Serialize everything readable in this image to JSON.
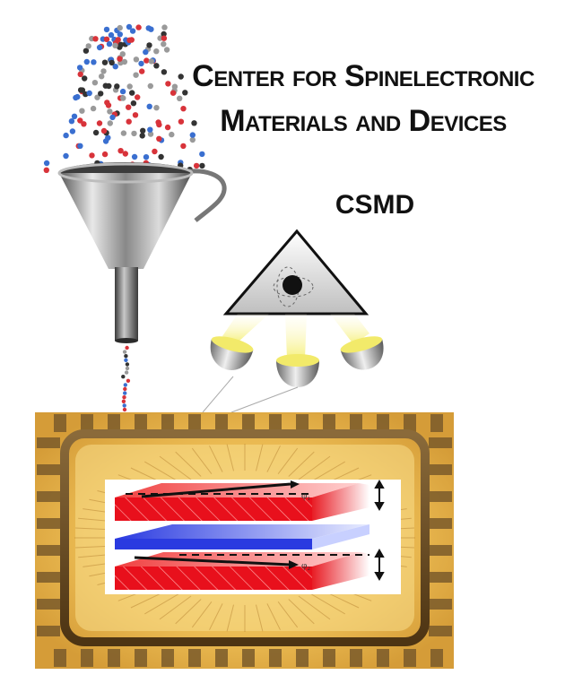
{
  "title": {
    "line1": "Center for Spinelectronic",
    "line2": "Materials and Devices"
  },
  "acronym": "CSMD",
  "layers": {
    "angle_top": "φ₁",
    "angle_bottom": "φ₂"
  },
  "colors": {
    "ferromagnet": "#e8101c",
    "spacer": "#2a3ae0",
    "chip_gold": "#e8b94a",
    "chip_frame": "#6b4a1f",
    "atom_red": "#d8333a",
    "atom_blue": "#3a6fd0",
    "atom_gray": "#9a9a9a",
    "beam_yellow": "#f5f07a"
  },
  "icons": [
    "funnel-icon",
    "atom-icon",
    "evaporation-source-icon",
    "spin-valve-icon",
    "chip-icon"
  ]
}
